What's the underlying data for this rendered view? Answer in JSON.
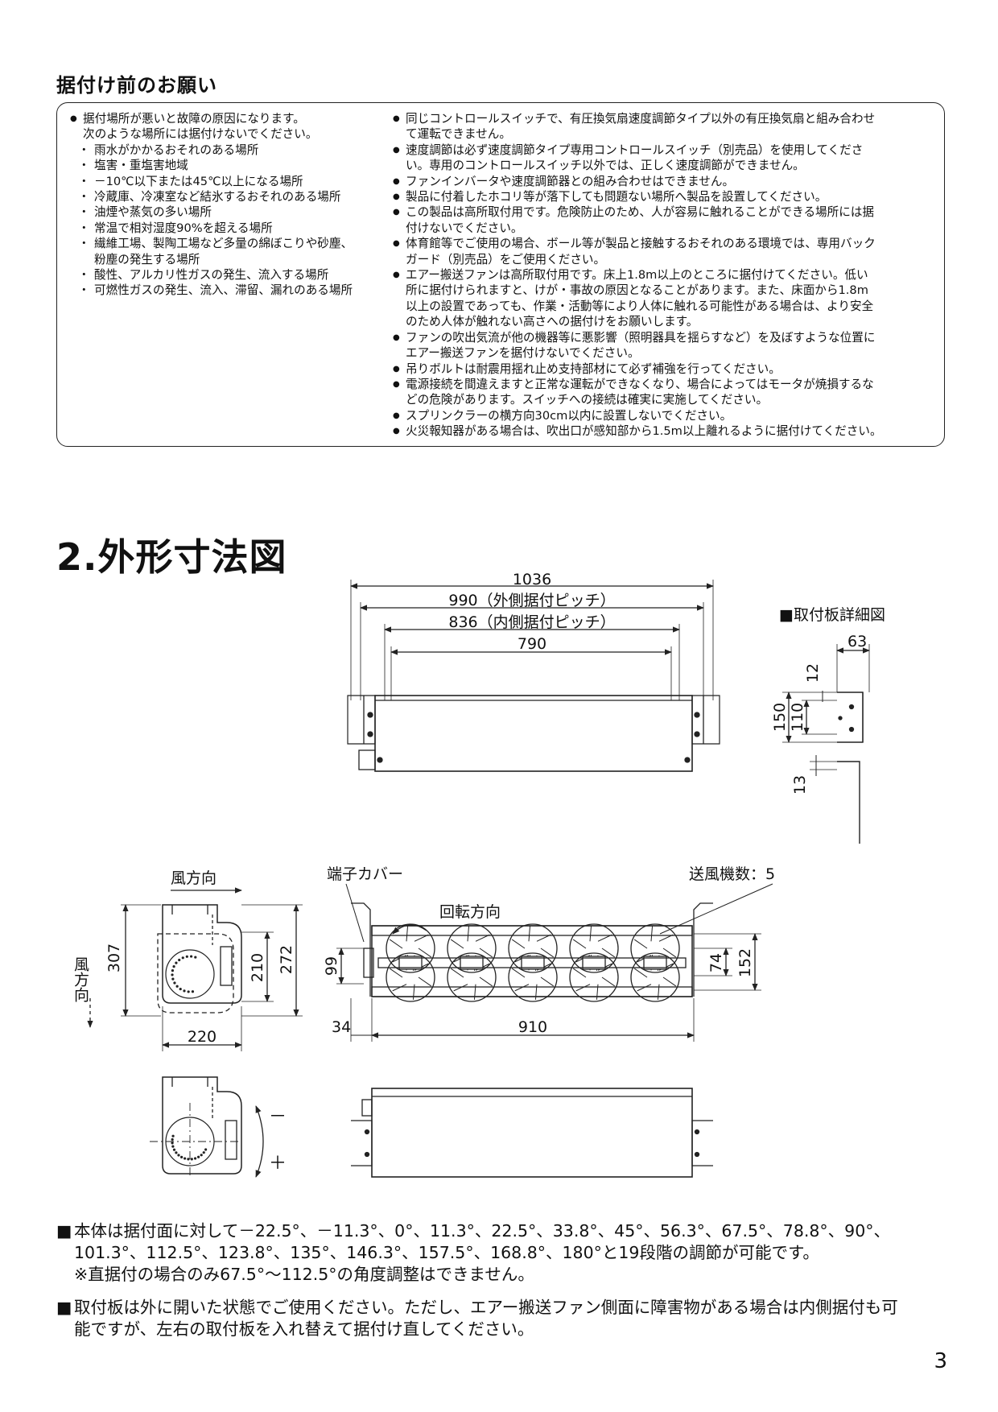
{
  "heading_small": "据付け前のお願い",
  "left_column": {
    "intro_line1": "据付場所が悪いと故障の原因になります。",
    "intro_line2": "次のような場所には据付けないでください。",
    "places": [
      "雨水がかかるおそれのある場所",
      "塩害・重塩害地域",
      "－10℃以下または45℃以上になる場所",
      "冷蔵庫、冷凍室など結氷するおそれのある場所",
      "油煙や蒸気の多い場所",
      "常温で相対湿度90%を超える場所",
      "繊維工場、製陶工場など多量の綿ぼこりや砂塵、",
      "粉塵の発生する場所",
      "酸性、アルカリ性ガスの発生、流入する場所",
      "可燃性ガスの発生、流入、滞留、漏れのある場所"
    ]
  },
  "right_column": [
    [
      "同じコントロールスイッチで、有圧換気扇速度調節タイプ以外の有圧換気扇と組み合わせ",
      "て運転できません。"
    ],
    [
      "速度調節は必ず速度調節タイプ専用コントロールスイッチ（別売品）を使用してくださ",
      "い。専用のコントロールスイッチ以外では、正しく速度調節ができません。"
    ],
    [
      "ファンインバータや速度調節器との組み合わせはできません。"
    ],
    [
      "製品に付着したホコリ等が落下しても問題ない場所へ製品を設置してください。"
    ],
    [
      "この製品は高所取付用です。危険防止のため、人が容易に触れることができる場所には据",
      "付けないでください。"
    ],
    [
      "体育館等でご使用の場合、ボール等が製品と接触するおそれのある環境では、専用バック",
      "ガード（別売品）をご使用ください。"
    ],
    [
      "エアー搬送ファンは高所取付用です。床上1.8m以上のところに据付けてください。低い",
      "所に据付けられますと、けが・事故の原因となることがあります。また、床面から1.8m",
      "以上の設置であっても、作業・活動等により人体に触れる可能性がある場合は、より安全",
      "のため人体が触れない高さへの据付けをお願いします。"
    ],
    [
      "ファンの吹出気流が他の機器等に悪影響（照明器具を揺らすなど）を及ぼすような位置に",
      "エアー搬送ファンを据付けないでください。"
    ],
    [
      "吊りボルトは耐震用揺れ止め支持部材にて必ず補強を行ってください。"
    ],
    [
      "電源接続を間違えますと正常な運転ができなくなり、場合によってはモータが焼損するな",
      "どの危険があります。スイッチへの接続は確実に実施してください。"
    ],
    [
      "スプリンクラーの横方向30cm以内に設置しないでください。"
    ],
    [
      "火災報知器がある場合は、吹出口が感知部から1.5m以上離れるように据付けてください。"
    ]
  ],
  "heading_big": "2.外形寸法図",
  "drawing": {
    "dim_overall": "1036",
    "dim_outer_pitch": "990（外側据付ピッチ）",
    "dim_inner_pitch": "836（内側据付ピッチ）",
    "dim_inner": "790",
    "detail_title": "■取付板詳細図",
    "detail_63": "63",
    "detail_12": "12",
    "detail_150": "150",
    "detail_110": "110",
    "detail_13": "13",
    "wind_direction": "風方向",
    "wind_direction_vertical": "風方向",
    "side_307": "307",
    "side_210": "210",
    "side_272": "272",
    "side_220": "220",
    "terminal_cover": "端子カバー",
    "fan_count": "送風機数：5",
    "rotation": "回転方向",
    "front_99": "99",
    "front_74": "74",
    "front_152": "152",
    "front_34": "34",
    "front_910": "910",
    "minus": "－",
    "plus": "＋"
  },
  "notes": {
    "angle_line1": "本体は据付面に対して－22.5°、－11.3°、0°、11.3°、22.5°、33.8°、45°、56.3°、67.5°、78.8°、90°、",
    "angle_line2": "101.3°、112.5°、123.8°、135°、146.3°、157.5°、168.8°、180°と19段階の調節が可能です。",
    "angle_line3": "※直据付の場合のみ67.5°～112.5°の角度調整はできません。",
    "plate_line1": "取付板は外に開いた状態でご使用ください。ただし、エアー搬送ファン側面に障害物がある場合は内側据付も可",
    "plate_line2": "能ですが、左右の取付板を入れ替えて据付け直してください。"
  },
  "page_number": "3"
}
